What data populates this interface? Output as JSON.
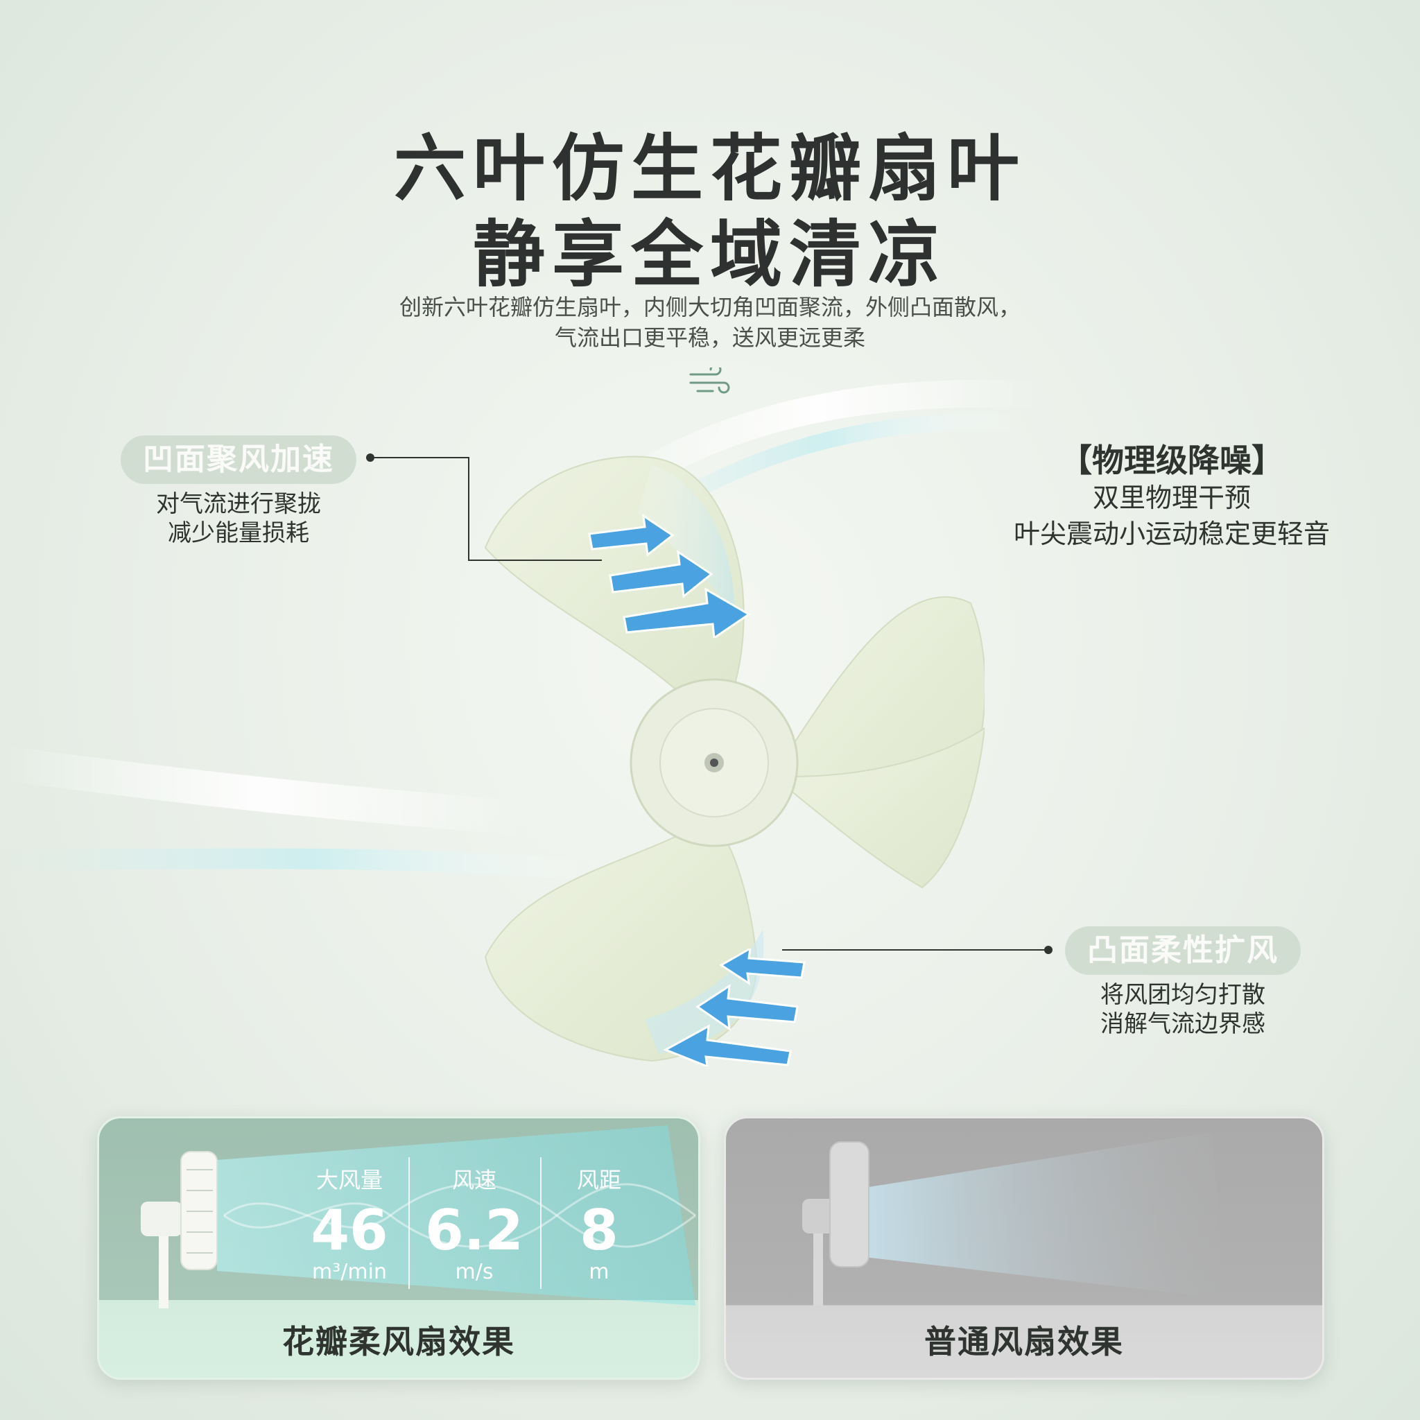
{
  "header": {
    "title_line1": "六叶仿生花瓣扇叶",
    "title_line2": "静享全域清凉",
    "subtitle_line1": "创新六叶花瓣仿生扇叶，内侧大切角凹面聚流，外侧凸面散风，",
    "subtitle_line2": "气流出口更平稳，送风更远更柔"
  },
  "callouts": {
    "concave": {
      "title": "凹面聚风加速",
      "line1": "对气流进行聚拢",
      "line2": "减少能量损耗"
    },
    "noise": {
      "title": "【物理级降噪】",
      "line1": "双里物理干预",
      "line2": "叶尖震动小运动稳定更轻音"
    },
    "convex": {
      "title": "凸面柔性扩风",
      "line1": "将风团均匀打散",
      "line2": "消解气流边界感"
    }
  },
  "comparison": {
    "petal_fan": {
      "label": "花瓣柔风扇效果",
      "stats": [
        {
          "label": "大风量",
          "value": "46",
          "unit": "m³/min"
        },
        {
          "label": "风速",
          "value": "6.2",
          "unit": "m/s"
        },
        {
          "label": "风距",
          "value": "8",
          "unit": "m"
        }
      ]
    },
    "normal_fan": {
      "label": "普通风扇效果"
    }
  },
  "colors": {
    "arrow_blue": "#4aa3e0",
    "blade": "#e6edd7",
    "pill_bg": "#d2ddd2",
    "accent_mint": "#d7efe1"
  },
  "icons": [
    "wind-icon",
    "fan-blade-illustration",
    "airflow-arrow-icon",
    "standing-fan-icon"
  ]
}
